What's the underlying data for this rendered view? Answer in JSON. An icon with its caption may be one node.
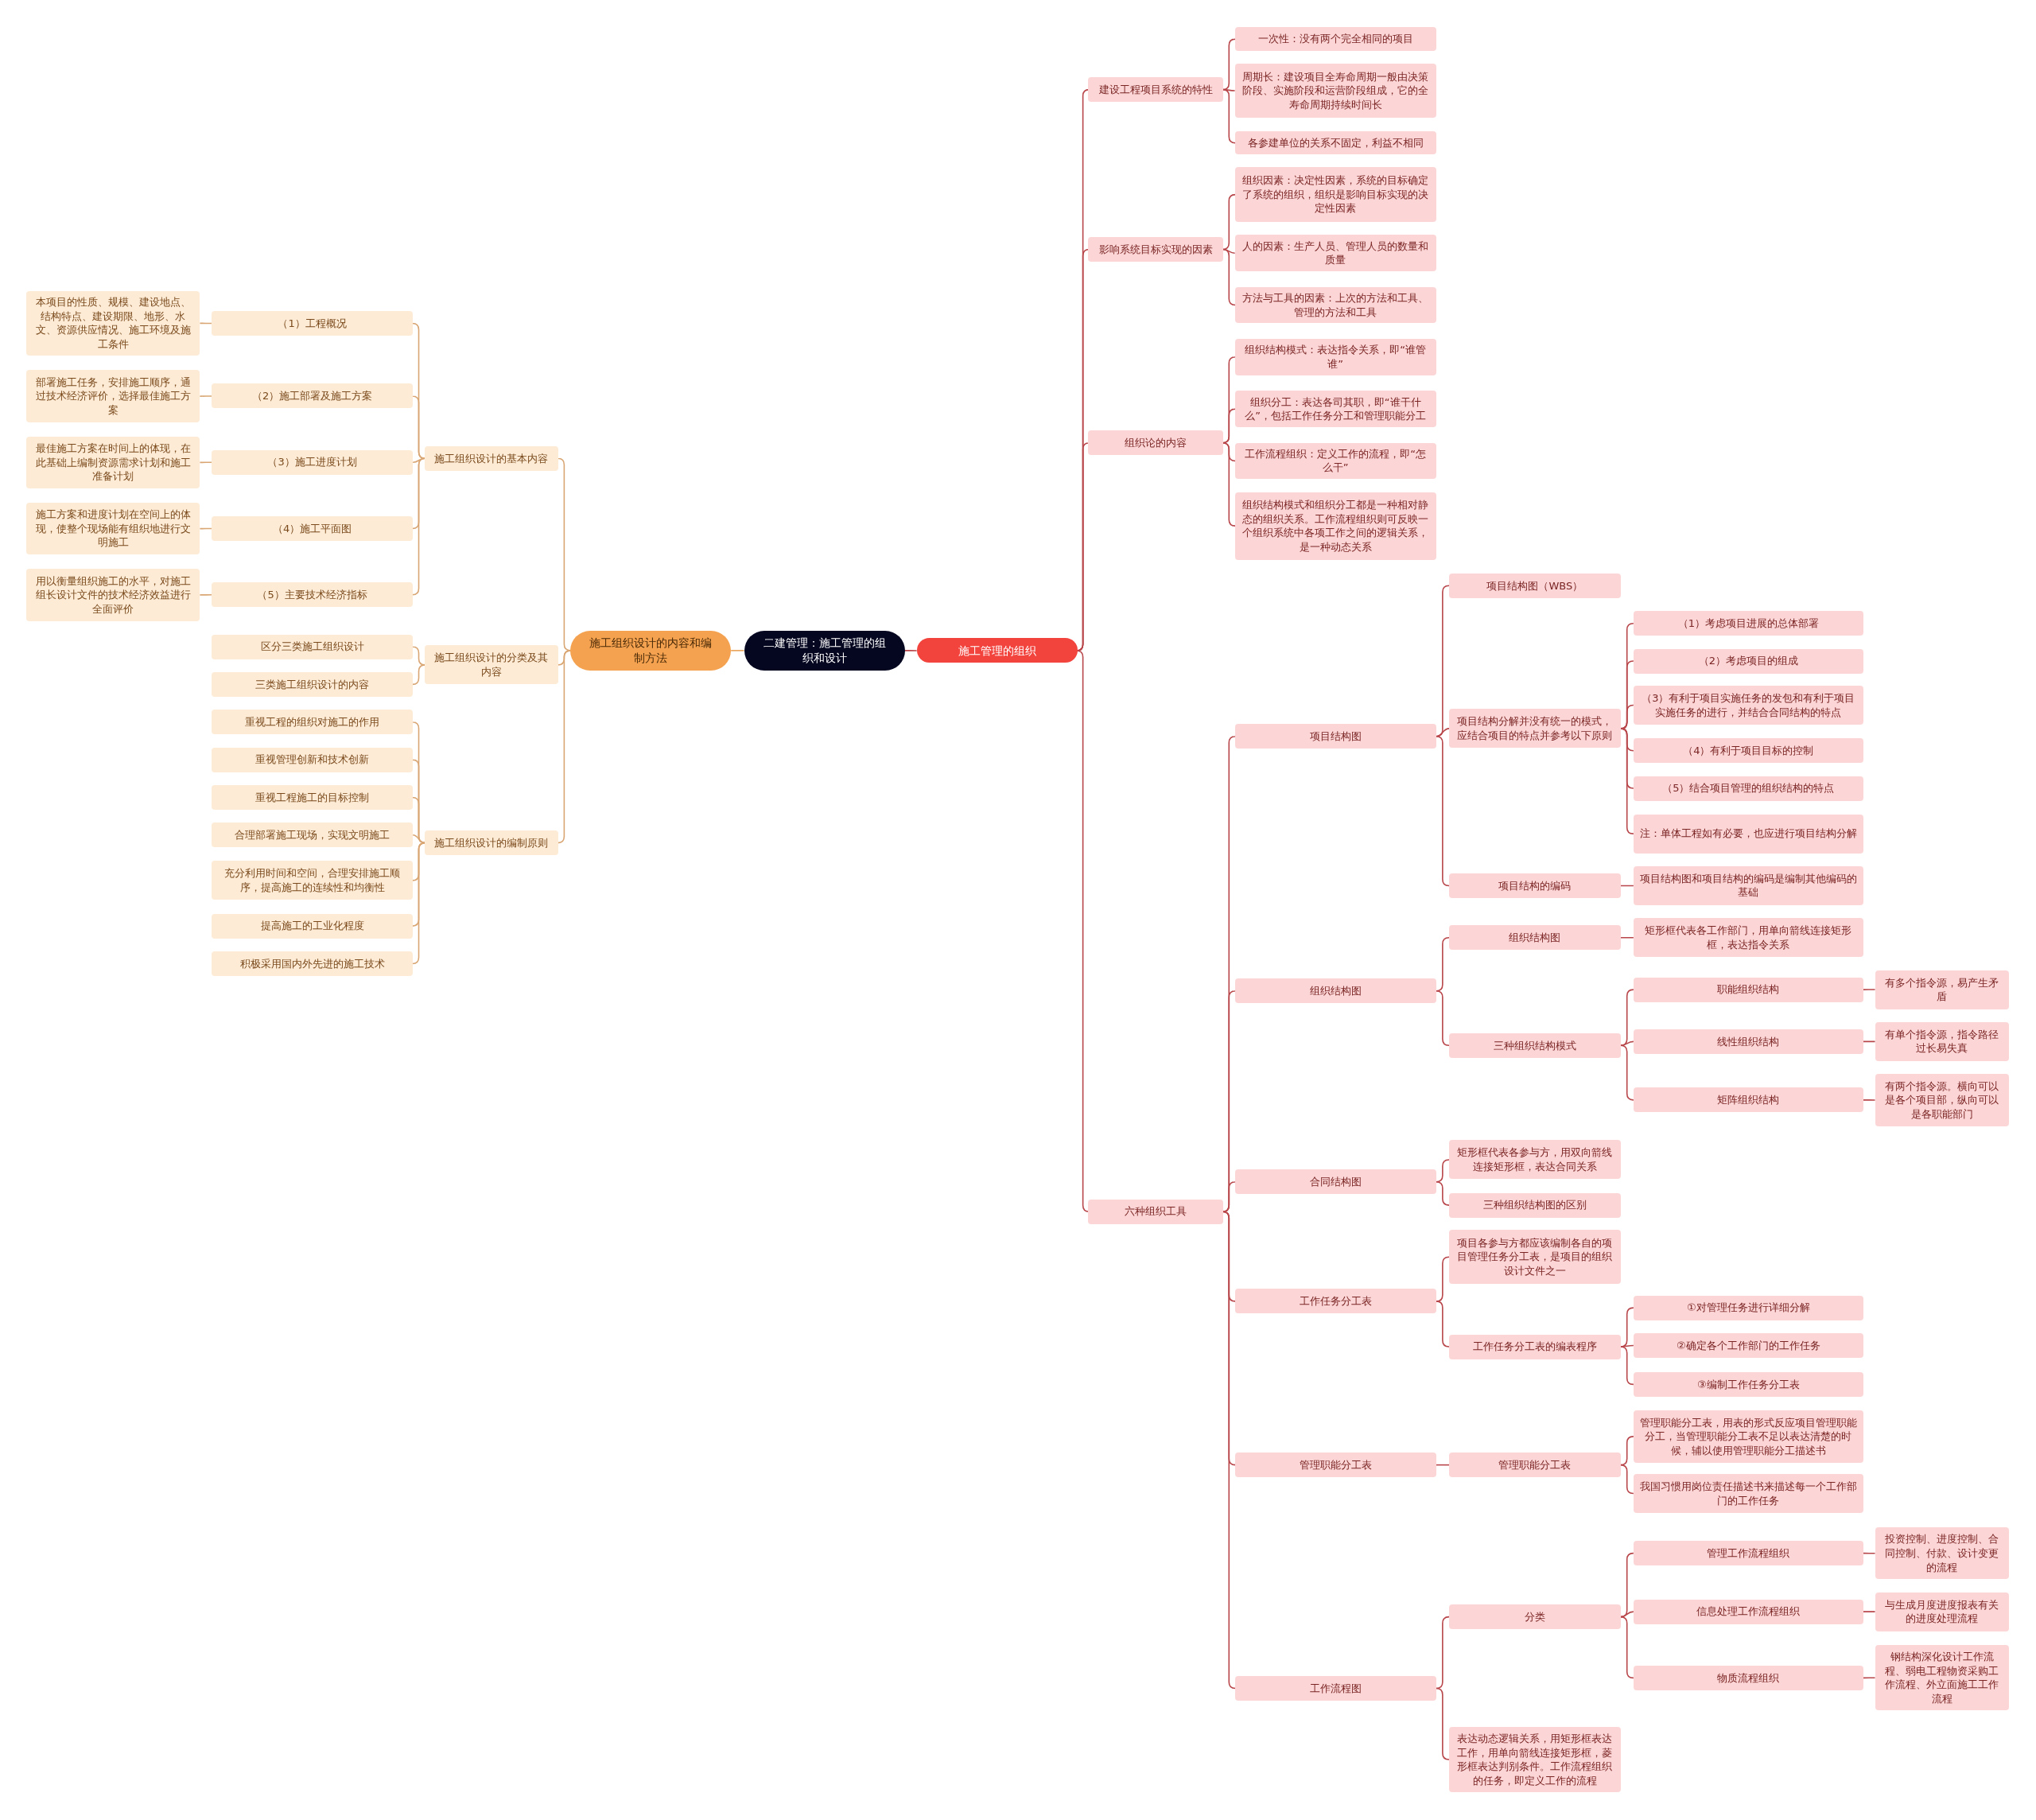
{
  "diagram": {
    "nodes": [
      {
        "text": [
          "二建管理：施工管理的组织和设计"
        ]
      },
      {
        "text": [
          "施工组织设计的内容和编制方法"
        ]
      },
      {
        "text": [
          "施工管理的组织"
        ]
      },
      {
        "text": [
          "施工组织设计的基本内容"
        ]
      },
      {
        "text": [
          "（1）工程概况"
        ]
      },
      {
        "text": [
          "本项目的性质、规模、建设地点、结构特点、建设期限、地形、水文、资源供应情况、施工环境及施工条件"
        ]
      },
      {
        "text": [
          "（2）施工部署及施工方案"
        ]
      },
      {
        "text": [
          "部署施工任务，安排施工顺序，通过技术经济评价，选择最佳施工方案"
        ]
      },
      {
        "text": [
          "（3）施工进度计划"
        ]
      },
      {
        "text": [
          "最佳施工方案在时间上的体现，在此基础上编制资源需求计划和施工准备计划"
        ]
      },
      {
        "text": [
          "（4）施工平面图"
        ]
      },
      {
        "text": [
          "施工方案和进度计划在空间上的体现，使整个现场能有组织地进行文明施工"
        ]
      },
      {
        "text": [
          "（5）主要技术经济指标"
        ]
      },
      {
        "text": [
          "用以衡量组织施工的水平，对施工组长设计文件的技术经济效益进行全面评价"
        ]
      },
      {
        "text": [
          "施工组织设计的分类及其内容"
        ]
      },
      {
        "text": [
          "区分三类施工组织设计"
        ]
      },
      {
        "text": [
          "三类施工组织设计的内容"
        ]
      },
      {
        "text": [
          "施工组织设计的编制原则"
        ]
      },
      {
        "text": [
          "重视工程的组织对施工的作用"
        ]
      },
      {
        "text": [
          "重视管理创新和技术创新"
        ]
      },
      {
        "text": [
          "重视工程施工的目标控制"
        ]
      },
      {
        "text": [
          "合理部署施工现场，实现文明施工"
        ]
      },
      {
        "text": [
          "充分利用时间和空间，合理安排施工顺序，提高施工的连续性和均衡性"
        ]
      },
      {
        "text": [
          "提高施工的工业化程度"
        ]
      },
      {
        "text": [
          "积极采用国内外先进的施工技术"
        ]
      },
      {
        "text": [
          "建设工程项目系统的特性"
        ]
      },
      {
        "text": [
          "一次性：没有两个完全相同的项目"
        ]
      },
      {
        "text": [
          "周期长：建设项目全寿命周期一般由决策阶段、实施阶段和运营阶段组成，它的全寿命周期持续时间长"
        ]
      },
      {
        "text": [
          "各参建单位的关系不固定，利益不相同"
        ]
      },
      {
        "text": [
          "影响系统目标实现的因素"
        ]
      },
      {
        "text": [
          "组织因素：决定性因素，系统的目标确定了系统的组织，组织是影响目标实现的决定性因素"
        ]
      },
      {
        "text": [
          "人的因素：生产人员、管理人员的数量和质量"
        ]
      },
      {
        "text": [
          "方法与工具的因素：上次的方法和工具、管理的方法和工具"
        ]
      },
      {
        "text": [
          "组织论的内容"
        ]
      },
      {
        "text": [
          "组织结构模式：表达指令关系，即“谁管谁”"
        ]
      },
      {
        "text": [
          "组织分工：表达各司其职，即“谁干什么”，包括工作任务分工和管理职能分工"
        ]
      },
      {
        "text": [
          "工作流程组织：定义工作的流程，即“怎么干”"
        ]
      },
      {
        "text": [
          "组织结构模式和组织分工都是一种相对静态的组织关系。工作流程组织则可反映一个组织系统中各项工作之间的逻辑关系，是一种动态关系"
        ]
      },
      {
        "text": [
          "六种组织工具"
        ]
      },
      {
        "text": [
          "项目结构图"
        ]
      },
      {
        "text": [
          "项目结构图（WBS）"
        ]
      },
      {
        "text": [
          "项目结构分解并没有统一的模式，应结合项目的特点并参考以下原则"
        ]
      },
      {
        "text": [
          "（1）考虑项目进展的总体部署"
        ]
      },
      {
        "text": [
          "（2）考虑项目的组成"
        ]
      },
      {
        "text": [
          "（3）有利于项目实施任务的发包和有利于项目实施任务的进行，并结合合同结构的特点"
        ]
      },
      {
        "text": [
          "（4）有利于项目目标的控制"
        ]
      },
      {
        "text": [
          "（5）结合项目管理的组织结构的特点"
        ]
      },
      {
        "text": [
          "注：单体工程如有必要，也应进行项目结构分解"
        ]
      },
      {
        "text": [
          "项目结构的编码"
        ]
      },
      {
        "text": [
          "项目结构图和项目结构的编码是编制其他编码的基础"
        ]
      },
      {
        "text": [
          "组织结构图"
        ]
      },
      {
        "text": [
          "组织结构图"
        ]
      },
      {
        "text": [
          "矩形框代表各工作部门，用单向箭线连接矩形框，表达指令关系"
        ]
      },
      {
        "text": [
          "三种组织结构模式"
        ]
      },
      {
        "text": [
          "职能组织结构"
        ]
      },
      {
        "text": [
          "有多个指令源，易产生矛盾"
        ]
      },
      {
        "text": [
          "线性组织结构"
        ]
      },
      {
        "text": [
          "有单个指令源，指令路径过长易失真"
        ]
      },
      {
        "text": [
          "矩阵组织结构"
        ]
      },
      {
        "text": [
          "有两个指令源。横向可以是各个项目部，纵向可以是各职能部门"
        ]
      },
      {
        "text": [
          "合同结构图"
        ]
      },
      {
        "text": [
          "矩形框代表各参与方，用双向箭线连接矩形框，表达合同关系"
        ]
      },
      {
        "text": [
          "三种组织结构图的区别"
        ]
      },
      {
        "text": [
          "工作任务分工表"
        ]
      },
      {
        "text": [
          "项目各参与方都应该编制各自的项目管理任务分工表，是项目的组织设计文件之一"
        ]
      },
      {
        "text": [
          "工作任务分工表的编表程序"
        ]
      },
      {
        "text": [
          "①对管理任务进行详细分解"
        ]
      },
      {
        "text": [
          "②确定各个工作部门的工作任务"
        ]
      },
      {
        "text": [
          "③编制工作任务分工表"
        ]
      },
      {
        "text": [
          "管理职能分工表"
        ]
      },
      {
        "text": [
          "管理职能分工表"
        ]
      },
      {
        "text": [
          "管理职能分工表，用表的形式反应项目管理职能分工，当管理职能分工表不足以表达清楚的时候，辅以使用管理职能分工描述书"
        ]
      },
      {
        "text": [
          "我国习惯用岗位责任描述书来描述每一个工作部门的工作任务"
        ]
      },
      {
        "text": [
          "工作流程图"
        ]
      },
      {
        "text": [
          "分类"
        ]
      },
      {
        "text": [
          "管理工作流程组织"
        ]
      },
      {
        "text": [
          "投资控制、进度控制、合同控制、付款、设计变更的流程"
        ]
      },
      {
        "text": [
          "信息处理工作流程组织"
        ]
      },
      {
        "text": [
          "与生成月度进度报表有关的进度处理流程"
        ]
      },
      {
        "text": [
          "物质流程组织"
        ]
      },
      {
        "text": [
          "钢结构深化设计工作流程、弱电工程物资采购工作流程、外立面施工工作流程"
        ]
      },
      {
        "text": [
          "表达动态逻辑关系，用矩形框表达工作，用单向箭线连接矩形框，菱形框表达判别条件。工作流程组织的任务，即定义工作的流程"
        ]
      }
    ],
    "edges": [
      {
        "from": 0,
        "to": 1,
        "arrow": "none",
        "color": "#e8a25a"
      },
      {
        "from": 0,
        "to": 2,
        "arrow": "none"
      },
      {
        "from": 1,
        "to": 3,
        "arrow": "none",
        "color": "#d9a673"
      },
      {
        "from": 3,
        "to": 4,
        "arrow": "none",
        "color": "#d9a673"
      },
      {
        "from": 4,
        "to": 5,
        "arrow": "none",
        "color": "#d9a673"
      },
      {
        "from": 3,
        "to": 6,
        "arrow": "none",
        "color": "#d9a673"
      },
      {
        "from": 6,
        "to": 7,
        "arrow": "none",
        "color": "#d9a673"
      },
      {
        "from": 3,
        "to": 8,
        "arrow": "none",
        "color": "#d9a673"
      },
      {
        "from": 8,
        "to": 9,
        "arrow": "none",
        "color": "#d9a673"
      },
      {
        "from": 3,
        "to": 10,
        "arrow": "none",
        "color": "#d9a673"
      },
      {
        "from": 10,
        "to": 11,
        "arrow": "none",
        "color": "#d9a673"
      },
      {
        "from": 3,
        "to": 12,
        "arrow": "none",
        "color": "#d9a673"
      },
      {
        "from": 12,
        "to": 13,
        "arrow": "none",
        "color": "#d9a673"
      },
      {
        "from": 1,
        "to": 14,
        "arrow": "none",
        "color": "#d9a673"
      },
      {
        "from": 14,
        "to": 15,
        "arrow": "none",
        "color": "#d9a673"
      },
      {
        "from": 14,
        "to": 16,
        "arrow": "none",
        "color": "#d9a673"
      },
      {
        "from": 1,
        "to": 17,
        "arrow": "none",
        "color": "#d9a673"
      },
      {
        "from": 17,
        "to": 18,
        "arrow": "none",
        "color": "#d9a673"
      },
      {
        "from": 17,
        "to": 19,
        "arrow": "none",
        "color": "#d9a673"
      },
      {
        "from": 17,
        "to": 20,
        "arrow": "none",
        "color": "#d9a673"
      },
      {
        "from": 17,
        "to": 21,
        "arrow": "none",
        "color": "#d9a673"
      },
      {
        "from": 17,
        "to": 22,
        "arrow": "none",
        "color": "#d9a673"
      },
      {
        "from": 17,
        "to": 23,
        "arrow": "none",
        "color": "#d9a673"
      },
      {
        "from": 17,
        "to": 24,
        "arrow": "none",
        "color": "#d9a673"
      },
      {
        "from": 2,
        "to": 25,
        "arrow": "none"
      },
      {
        "from": 25,
        "to": 26,
        "arrow": "none"
      },
      {
        "from": 25,
        "to": 27,
        "arrow": "none"
      },
      {
        "from": 25,
        "to": 28,
        "arrow": "none"
      },
      {
        "from": 2,
        "to": 29,
        "arrow": "none"
      },
      {
        "from": 29,
        "to": 30,
        "arrow": "none"
      },
      {
        "from": 29,
        "to": 31,
        "arrow": "none"
      },
      {
        "from": 29,
        "to": 32,
        "arrow": "none"
      },
      {
        "from": 2,
        "to": 33,
        "arrow": "none"
      },
      {
        "from": 33,
        "to": 34,
        "arrow": "none"
      },
      {
        "from": 33,
        "to": 35,
        "arrow": "none"
      },
      {
        "from": 33,
        "to": 36,
        "arrow": "none"
      },
      {
        "from": 33,
        "to": 37,
        "arrow": "none"
      },
      {
        "from": 2,
        "to": 38,
        "arrow": "none"
      },
      {
        "from": 38,
        "to": 39,
        "arrow": "none"
      },
      {
        "from": 39,
        "to": 40,
        "arrow": "none"
      },
      {
        "from": 39,
        "to": 41,
        "arrow": "none"
      },
      {
        "from": 41,
        "to": 42,
        "arrow": "none"
      },
      {
        "from": 41,
        "to": 43,
        "arrow": "none"
      },
      {
        "from": 41,
        "to": 44,
        "arrow": "none"
      },
      {
        "from": 41,
        "to": 45,
        "arrow": "none"
      },
      {
        "from": 41,
        "to": 46,
        "arrow": "none"
      },
      {
        "from": 41,
        "to": 47,
        "arrow": "none"
      },
      {
        "from": 39,
        "to": 48,
        "arrow": "none"
      },
      {
        "from": 48,
        "to": 49,
        "arrow": "none"
      },
      {
        "from": 38,
        "to": 50,
        "arrow": "none"
      },
      {
        "from": 50,
        "to": 51,
        "arrow": "none"
      },
      {
        "from": 51,
        "to": 52,
        "arrow": "none"
      },
      {
        "from": 50,
        "to": 53,
        "arrow": "none"
      },
      {
        "from": 53,
        "to": 54,
        "arrow": "none"
      },
      {
        "from": 54,
        "to": 55,
        "arrow": "none"
      },
      {
        "from": 53,
        "to": 56,
        "arrow": "none"
      },
      {
        "from": 56,
        "to": 57,
        "arrow": "none"
      },
      {
        "from": 53,
        "to": 58,
        "arrow": "none"
      },
      {
        "from": 58,
        "to": 59,
        "arrow": "none"
      },
      {
        "from": 38,
        "to": 60,
        "arrow": "none"
      },
      {
        "from": 60,
        "to": 61,
        "arrow": "none"
      },
      {
        "from": 60,
        "to": 62,
        "arrow": "none"
      },
      {
        "from": 38,
        "to": 63,
        "arrow": "none"
      },
      {
        "from": 63,
        "to": 64,
        "arrow": "none"
      },
      {
        "from": 63,
        "to": 65,
        "arrow": "none"
      },
      {
        "from": 65,
        "to": 66,
        "arrow": "none"
      },
      {
        "from": 65,
        "to": 67,
        "arrow": "none"
      },
      {
        "from": 65,
        "to": 68,
        "arrow": "none"
      },
      {
        "from": 38,
        "to": 69,
        "arrow": "none"
      },
      {
        "from": 69,
        "to": 70,
        "arrow": "none"
      },
      {
        "from": 70,
        "to": 71,
        "arrow": "none"
      },
      {
        "from": 70,
        "to": 72,
        "arrow": "none"
      },
      {
        "from": 38,
        "to": 73,
        "arrow": "none"
      },
      {
        "from": 73,
        "to": 74,
        "arrow": "none"
      },
      {
        "from": 74,
        "to": 75,
        "arrow": "none"
      },
      {
        "from": 75,
        "to": 76,
        "arrow": "none"
      },
      {
        "from": 74,
        "to": 77,
        "arrow": "none"
      },
      {
        "from": 77,
        "to": 78,
        "arrow": "none"
      },
      {
        "from": 74,
        "to": 79,
        "arrow": "none"
      },
      {
        "from": 79,
        "to": 80,
        "arrow": "none"
      },
      {
        "from": 73,
        "to": 81,
        "arrow": "none"
      }
    ]
  }
}
